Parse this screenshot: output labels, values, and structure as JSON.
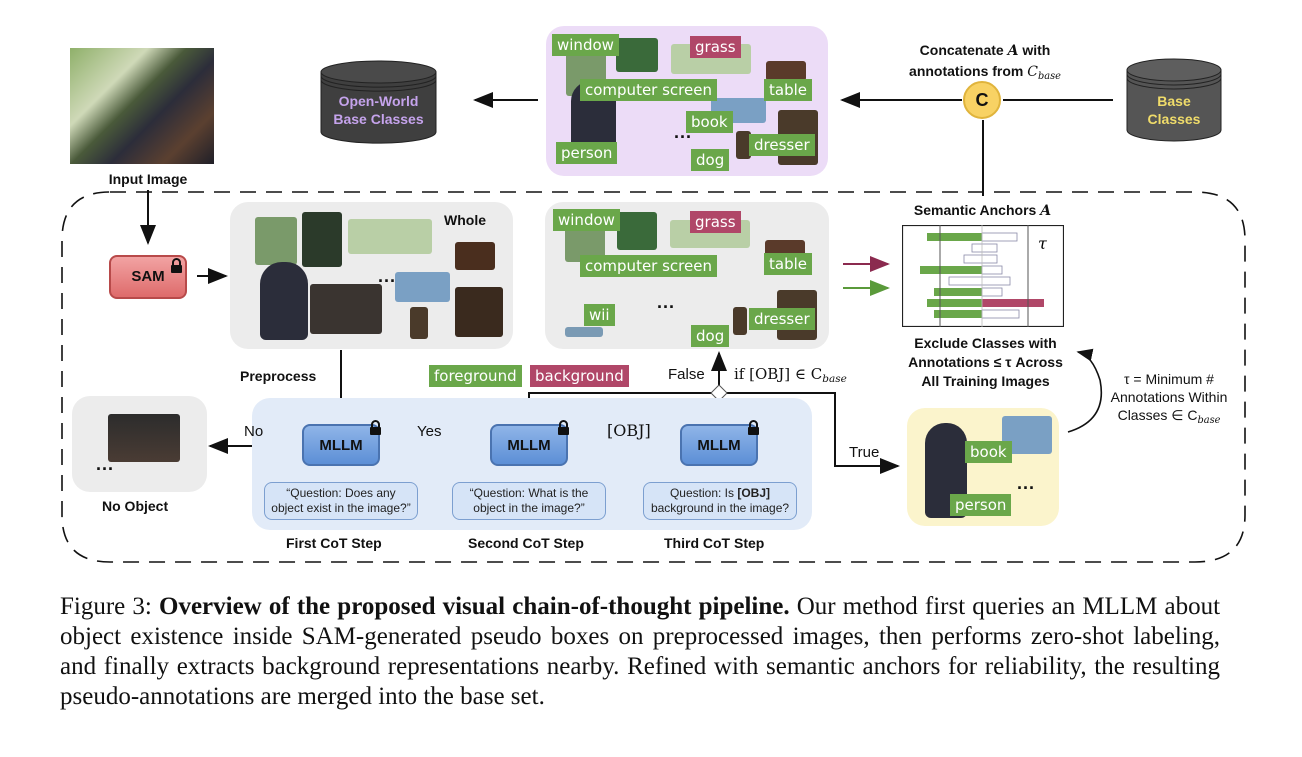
{
  "figure": {
    "input_image_label": "Input Image",
    "sam_label": "SAM",
    "whole_label": "Whole",
    "preprocess_label": "Preprocess",
    "no_object_label": "No Object",
    "no_label": "No",
    "yes_label": "Yes",
    "obj_label": "[OBJ]",
    "true_label": "True",
    "false_label": "False",
    "condition_label": "if [OBJ] ∈ C",
    "condition_sub": "base",
    "ellipsis": "...",
    "open_world_db": {
      "line1": "Open-World",
      "line2": "Base Classes"
    },
    "base_db": {
      "line1": "Base",
      "line2": "Classes"
    },
    "concat_label": {
      "line1_pre": "Concatenate",
      "line1_sym": "A",
      "line1_post": "with",
      "line2_pre": "annotations from",
      "line2_sym": "C",
      "line2_sub": "base"
    },
    "concat_node": "C",
    "semantic_anchors": {
      "title": "Semantic Anchors",
      "symbol": "A",
      "tau": "τ"
    },
    "exclude_label": {
      "line1": "Exclude Classes with",
      "line2": "Annotations ≤ τ Across",
      "line3": "All Training Images"
    },
    "tau_def": {
      "line1": "τ = Minimum #",
      "line2": "Annotations Within",
      "line3_pre": "Classes ∈ C",
      "line3_sub": "base"
    },
    "fg_bg": {
      "foreground": "foreground",
      "background": "background"
    },
    "steps": [
      {
        "title": "First CoT Step",
        "mllm": "MLLM",
        "question": "“Question: Does any object exist in the image?”"
      },
      {
        "title": "Second CoT Step",
        "mllm": "MLLM",
        "question": "“Question: What is the object in the image?”"
      },
      {
        "title": "Third CoT Step",
        "mllm": "MLLM",
        "question_pre": "Question: Is ",
        "question_bold": "[OBJ]",
        "question_post": " background in the image?"
      }
    ],
    "top_tags": [
      {
        "text": "window",
        "type": "fg"
      },
      {
        "text": "grass",
        "type": "bg"
      },
      {
        "text": "computer screen",
        "type": "fg"
      },
      {
        "text": "table",
        "type": "fg"
      },
      {
        "text": "book",
        "type": "fg"
      },
      {
        "text": "dresser",
        "type": "fg"
      },
      {
        "text": "person",
        "type": "fg"
      },
      {
        "text": "dog",
        "type": "fg"
      }
    ],
    "mid_tags": [
      {
        "text": "window",
        "type": "fg"
      },
      {
        "text": "grass",
        "type": "bg"
      },
      {
        "text": "computer screen",
        "type": "fg"
      },
      {
        "text": "table",
        "type": "fg"
      },
      {
        "text": "wii",
        "type": "fg"
      },
      {
        "text": "dresser",
        "type": "fg"
      },
      {
        "text": "dog",
        "type": "fg"
      }
    ],
    "true_tags": [
      {
        "text": "book",
        "type": "fg"
      },
      {
        "text": "person",
        "type": "fg"
      }
    ],
    "anchor_bars": [
      {
        "fg": 0.55,
        "outline": 0.35
      },
      {
        "fg": 0,
        "outline_left": 0.1,
        "outline": 0.15
      },
      {
        "fg": 0,
        "outline_left": 0.18,
        "outline": 0.15
      },
      {
        "fg": 0.62,
        "outline": 0.2
      },
      {
        "fg": 0,
        "outline_left": 0.33,
        "outline": 0.28
      },
      {
        "fg": 0.48,
        "outline": 0.2
      },
      {
        "fg": 0.55,
        "bg": 0.62
      },
      {
        "fg": 0.48,
        "outline": 0.37
      }
    ],
    "colors": {
      "fg": "#6aa74a",
      "bg": "#b04768",
      "sam": "#e37a7a",
      "mllm": "#6a9ade",
      "concat": "#f8d264"
    }
  },
  "caption": {
    "prefix": "Figure 3: ",
    "bold": "Overview of the proposed visual chain-of-thought pipeline.",
    "text": " Our method first queries an MLLM about object existence inside SAM-generated pseudo boxes on preprocessed images, then performs zero-shot labeling, and finally extracts background representations nearby. Refined with semantic anchors for reliability, the resulting pseudo-annotations are merged into the base set."
  }
}
